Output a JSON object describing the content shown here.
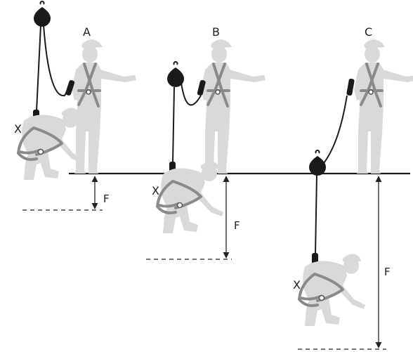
{
  "scenarios": [
    {
      "label": "A",
      "fall_label": "F",
      "connector_label": "X"
    },
    {
      "label": "B",
      "fall_label": "F",
      "connector_label": "X"
    },
    {
      "label": "C",
      "fall_label": "F",
      "connector_label": "X"
    }
  ],
  "colors": {
    "figure": "#d9d9d9",
    "harness": "#8a8a8a",
    "rope": "#1a1a1a",
    "edge": "#1a1a1a"
  }
}
